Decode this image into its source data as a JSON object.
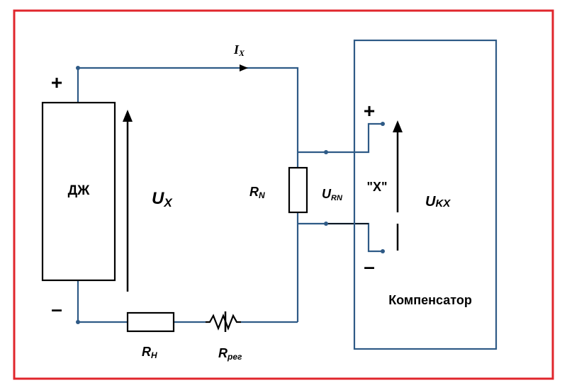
{
  "diagram": {
    "source_label": "ДЖ",
    "compensator_label": "Компенсатор",
    "current": {
      "main": "I",
      "sub": "X"
    },
    "voltage_x": {
      "main": "U",
      "sub": "X"
    },
    "resistor_n": {
      "main": "R",
      "sub": "N"
    },
    "voltage_rn": {
      "main": "U",
      "sub": "RN"
    },
    "resistor_h": {
      "main": "R",
      "sub": "Н"
    },
    "resistor_reg": {
      "main": "R",
      "sub": "рег"
    },
    "switch_label": "\"X\"",
    "voltage_kx": {
      "main": "U",
      "sub": "KX"
    },
    "plus": "+",
    "minus": "–"
  },
  "colors": {
    "frame": "#e0262c",
    "wire": "#2e5a86",
    "line": "#000000"
  }
}
